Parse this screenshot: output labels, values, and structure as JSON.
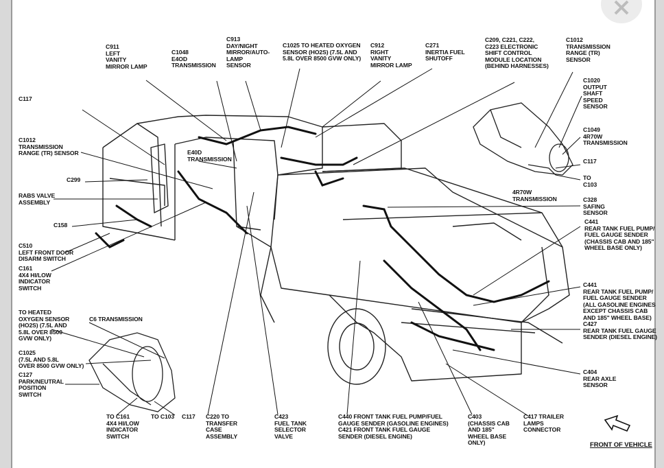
{
  "window": {
    "close_icon": "close-x-icon"
  },
  "labels": {
    "c911": "C911\nLEFT\nVANITY\nMIRROR LAMP",
    "c1048": "C1048\nE4OD\nTRANSMISSION",
    "c913": "C913\nDAY/NIGHT\nMIRROR/AUTO-\nLAMP\nSENSOR",
    "c1025_top": "C1025 TO HEATED OXYGEN\nSENSOR (HO2S) (7.5L AND\n5.8L OVER 8500 GVW ONLY)",
    "c912": "C912\nRIGHT\nVANITY\nMIRROR LAMP",
    "c271": "C271\nINERTIA FUEL\nSHUTOFF",
    "c209": "C209, C221, C222,\nC223 ELECTRONIC\nSHIFT CONTROL\nMODULE LOCATION\n(BEHIND HARNESSES)",
    "c1012_tr": "C1012\nTRANSMISSION\nRANGE (TR)\nSENSOR",
    "c1020": "C1020\nOUTPUT\nSHAFT\nSPEED\nSENSOR",
    "c1049": "C1049\n4R70W\nTRANSMISSION",
    "c117_right": "C117",
    "to_c103_right": "TO\nC103",
    "r4r70w": "4R70W\nTRANSMISSION",
    "c328": "C328\nSAFING\nSENSOR",
    "c441_a": "C441\nREAR TANK FUEL PUMP/\nFUEL GAUGE SENDER\n(CHASSIS CAB AND 185\"\nWHEEL BASE ONLY)",
    "c441_b": "C441\nREAR TANK FUEL PUMP/\nFUEL GAUGE SENDER\n(ALL GASOLINE ENGINES\nEXCEPT CHASSIS CAB\nAND 185\" WHEEL BASE)",
    "c427": "C427\nREAR TANK FUEL GAUGE\nSENDER (DIESEL ENGINE)",
    "c404": "C404\nREAR AXLE\nSENSOR",
    "c417": "C417 TRAILER\nLAMPS\nCONNECTOR",
    "c403": "C403\n(CHASSIS CAB\nAND 185\"\nWHEEL BASE\nONLY)",
    "c440": "C440 FRONT TANK FUEL PUMP/FUEL\nGAUGE SENDER (GASOLINE ENGINES)\nC421 FRONT TANK FUEL GAUGE\nSENDER (DIESEL ENGINE)",
    "c423": "C423\nFUEL TANK\nSELECTOR\nVALVE",
    "c220": "C220 TO\nTRANSFER\nCASE\nASSEMBLY",
    "c117_bottom": "C117",
    "to_c103_bottom": "TO C103",
    "to_c161": "TO C161\n4X4 HI/LOW\nINDICATOR\nSWITCH",
    "c127": "C127\nPARK/NEUTRAL\nPOSITION\nSWITCH",
    "c1025_left": "C1025\n(7.5L AND 5.8L\nOVER 8500 GVW ONLY)",
    "to_heated": "TO HEATED\nOXYGEN SENSOR\n(HO2S) (7.5L AND\n5.8L OVER 8500\nGVW ONLY)",
    "c6": "C6 TRANSMISSION",
    "c161": "C161\n4X4 HI/LOW\nINDICATOR\nSWITCH",
    "c510": "C510\nLEFT FRONT DOOR\nDISARM SWITCH",
    "c158": "C158",
    "rabs": "RABS VALVE\nASSEMBLY",
    "c299": "C299",
    "c1012_left": "C1012\nTRANSMISSION\nRANGE (TR) SENSOR",
    "e40d": "E40D\nTRANSMISSION",
    "c117_left": "C117",
    "front_of_vehicle": "FRONT OF VEHICLE"
  }
}
